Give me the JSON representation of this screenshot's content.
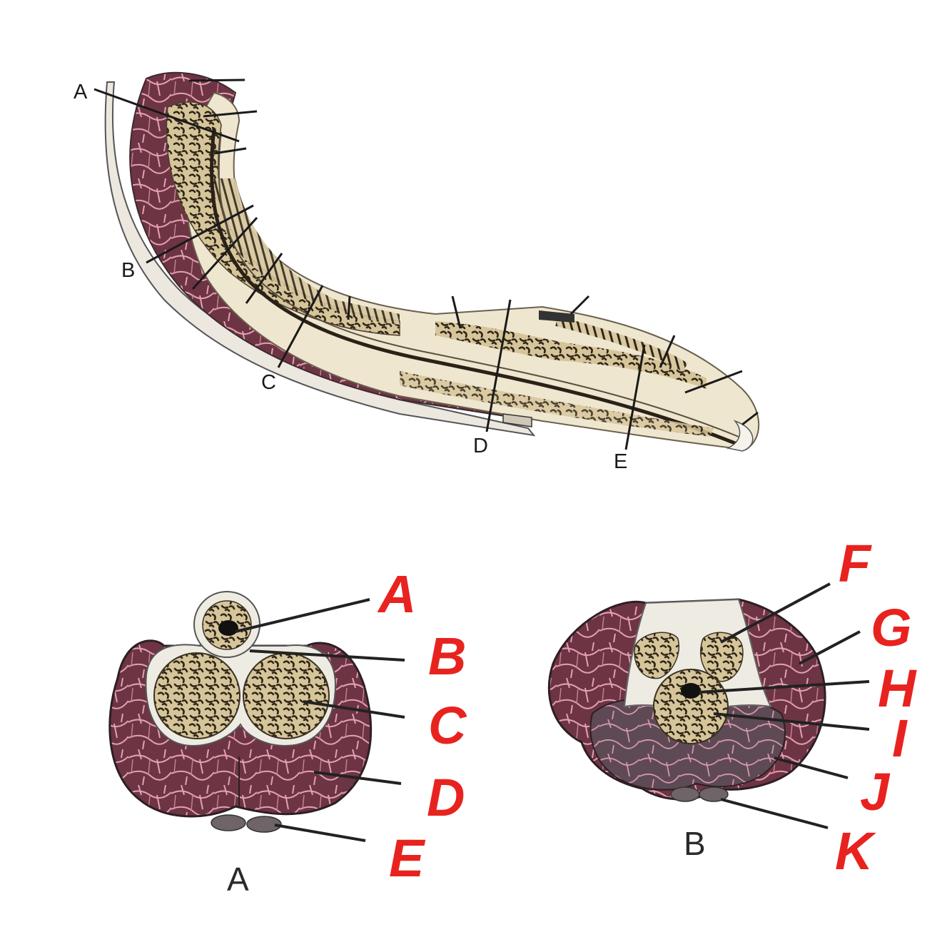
{
  "longitudinal": {
    "labels": [
      "A",
      "B",
      "C",
      "D",
      "E"
    ]
  },
  "section_a": {
    "caption": "A",
    "labels": [
      "A",
      "B",
      "C",
      "D",
      "E"
    ]
  },
  "section_b": {
    "caption": "B",
    "labels": [
      "F",
      "G",
      "H",
      "I",
      "J",
      "K"
    ]
  },
  "colors": {
    "muscle": "#7a3d4e",
    "muscle_line": "#e6a7b8",
    "erectile": "#3a3224",
    "erectile_bg": "#d9c8a0",
    "tunica": "#efece4",
    "red_label": "#e8231f"
  }
}
